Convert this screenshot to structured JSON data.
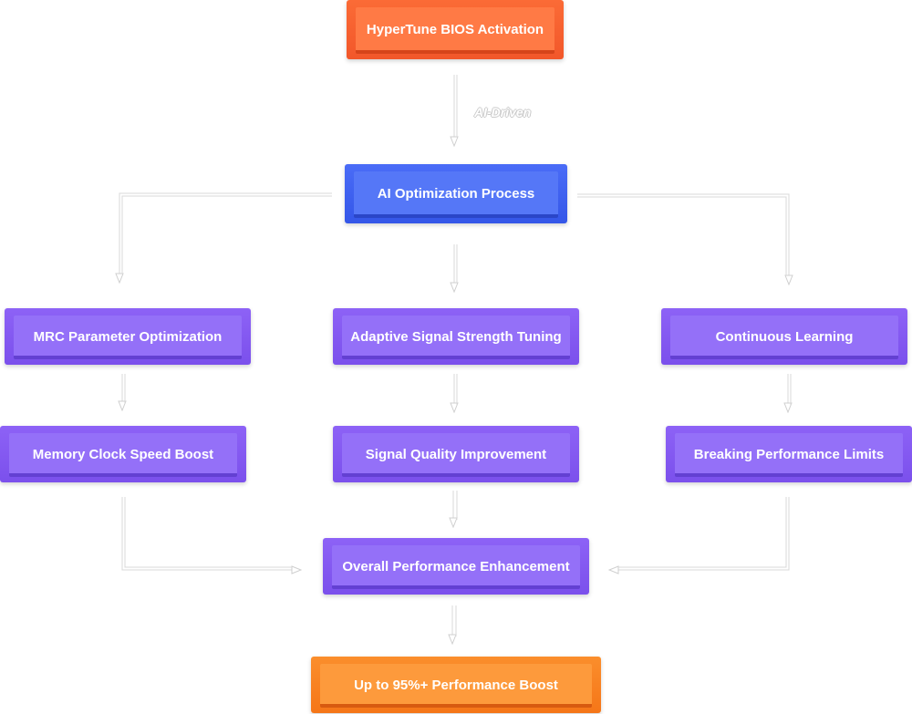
{
  "diagram": {
    "nodes": {
      "activation": "HyperTune BIOS Activation",
      "ai_process": "AI Optimization Process",
      "mrc": "MRC Parameter Optimization",
      "adaptive": "Adaptive Signal Strength Tuning",
      "learning": "Continuous Learning",
      "memory_clock": "Memory Clock Speed Boost",
      "signal_quality": "Signal Quality Improvement",
      "breaking_limits": "Breaking Performance Limits",
      "overall": "Overall Performance Enhancement",
      "boost": "Up to 95%+ Performance Boost"
    },
    "edge_labels": {
      "activation_to_process": "AI-Driven"
    },
    "colors": {
      "start": "#f2572a",
      "process": "#3456e8",
      "step": "#7b50ec",
      "result": "#f57618",
      "connector": "#d8d8d8"
    }
  }
}
